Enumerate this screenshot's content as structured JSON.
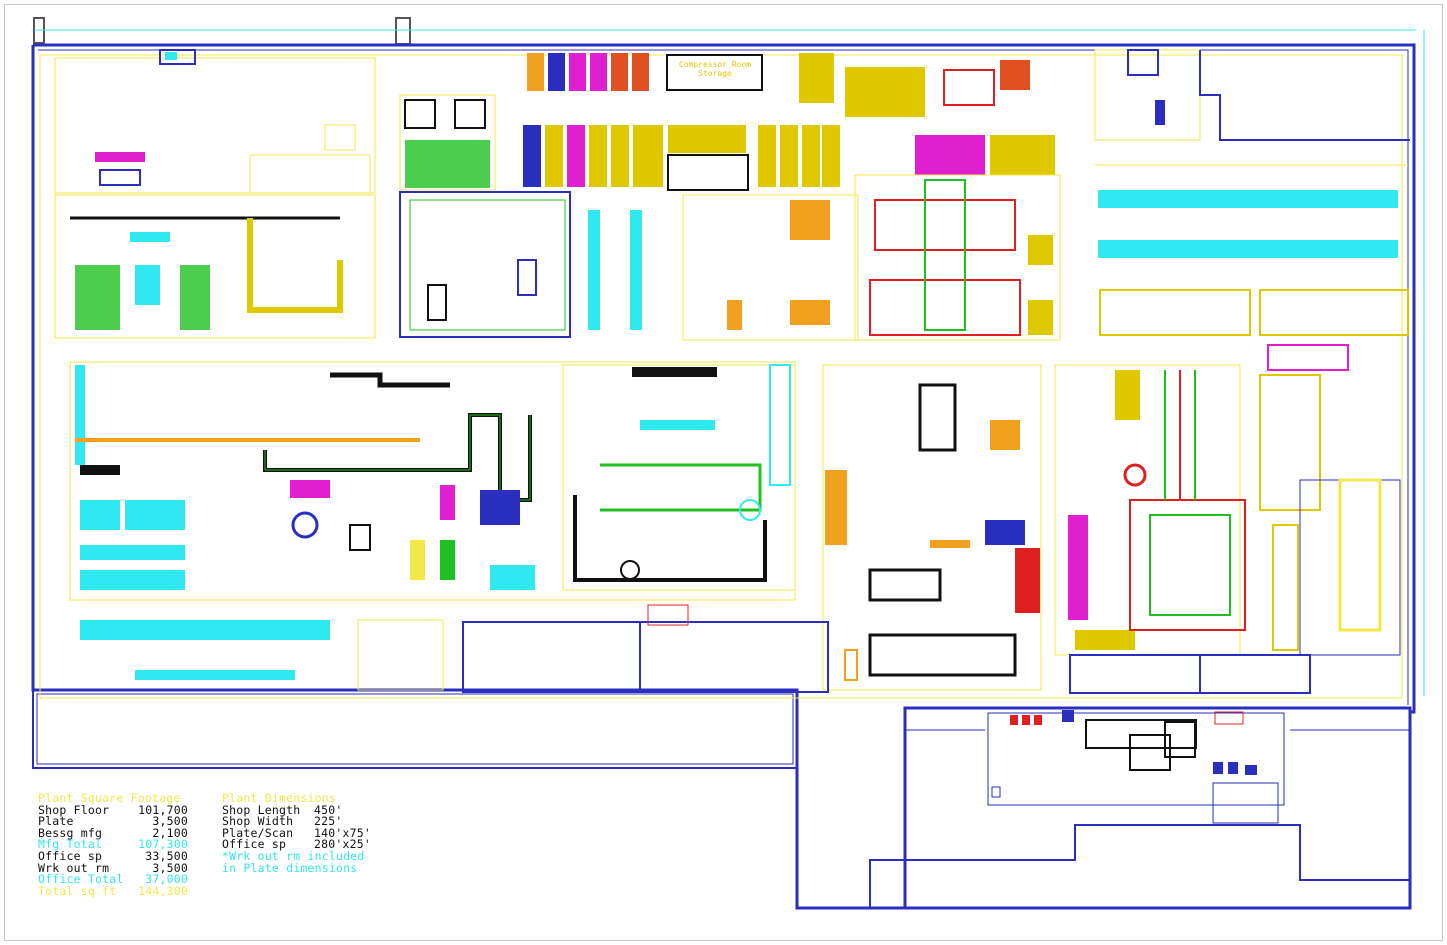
{
  "colors": {
    "wall": "#2a2fc0",
    "yellow": "#f2e84a",
    "cyan": "#30e8f0",
    "magenta": "#e020d0",
    "green": "#20c020",
    "red": "#e02020",
    "orange": "#f0a020",
    "black": "#111111"
  },
  "labels": {
    "compressor_room": "Compressor Room",
    "storage": "Storage"
  },
  "square_footage": {
    "title": "Plant Square Footage",
    "rows": [
      {
        "label": "Shop Floor",
        "value": "101,700",
        "color": "black"
      },
      {
        "label": "Plate",
        "value": "3,500",
        "color": "black"
      },
      {
        "label": "Bessg mfg",
        "value": "2,100",
        "color": "black"
      },
      {
        "label": "Mfg Total",
        "value": "107,300",
        "color": "cyan"
      },
      {
        "label": "Office sp",
        "value": "33,500",
        "color": "black"
      },
      {
        "label": "Wrk out rm",
        "value": "3,500",
        "color": "black"
      },
      {
        "label": "Office Total",
        "value": "37,000",
        "color": "cyan"
      },
      {
        "label": "Total sq ft",
        "value": "144,300",
        "color": "yellow"
      }
    ]
  },
  "dimensions": {
    "title": "Plant Dimensions",
    "rows": [
      {
        "label": "Shop Length",
        "value": "450'"
      },
      {
        "label": "Shop Width",
        "value": "225'"
      },
      {
        "label": "Plate/Scan",
        "value": "140'x75'"
      },
      {
        "label": "Office sp",
        "value": "280'x25'"
      }
    ],
    "note_line1": "*Wrk out rm included",
    "note_line2": "in Plate dimensions"
  }
}
